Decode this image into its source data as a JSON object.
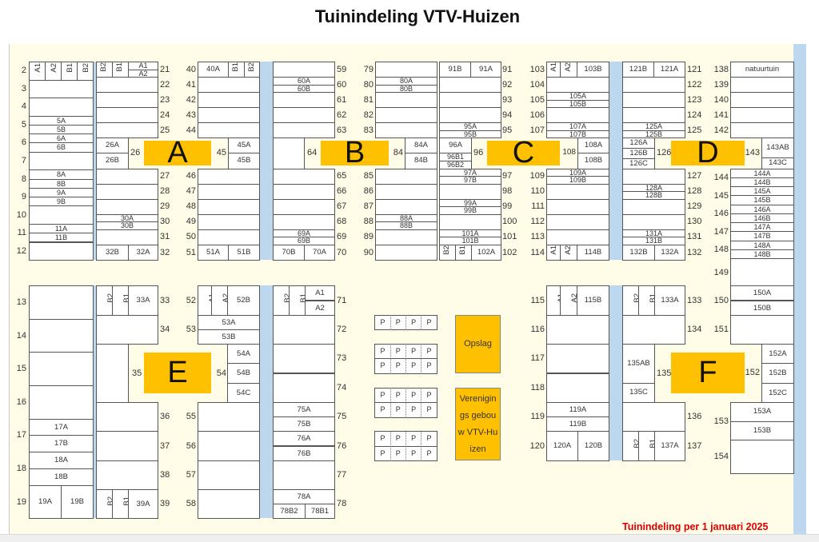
{
  "title": "Tuinindeling VTV-Huizen",
  "footer": "Tuinindeling per 1 januari 2025",
  "colors": {
    "zone": "#ffc000",
    "path": "#bdd7ee",
    "background": "#fffde8",
    "footer": "#e00000"
  },
  "zones": {
    "A": "A",
    "B": "B",
    "C": "C",
    "D": "D",
    "E": "E",
    "F": "F"
  },
  "buildings": {
    "opslag": "Opslag",
    "verenigingsgebouw": "Verenigings gebouw VTV-Huizen"
  },
  "parking": {
    "label": "P"
  },
  "numbers": [
    "2",
    "3",
    "4",
    "5",
    "6",
    "7",
    "8",
    "9",
    "10",
    "11",
    "12",
    "13",
    "14",
    "15",
    "16",
    "17",
    "18",
    "19",
    "21",
    "22",
    "23",
    "24",
    "25",
    "26",
    "27",
    "28",
    "29",
    "30",
    "31",
    "32",
    "33",
    "34",
    "35",
    "36",
    "37",
    "38",
    "39",
    "40",
    "41",
    "42",
    "43",
    "44",
    "45",
    "46",
    "47",
    "48",
    "49",
    "50",
    "51",
    "52",
    "53",
    "54",
    "55",
    "56",
    "57",
    "58",
    "59",
    "60",
    "61",
    "62",
    "63",
    "64",
    "65",
    "66",
    "67",
    "68",
    "69",
    "70",
    "71",
    "72",
    "73",
    "74",
    "75",
    "76",
    "77",
    "78",
    "79",
    "80",
    "81",
    "82",
    "83",
    "84",
    "85",
    "86",
    "87",
    "88",
    "89",
    "90",
    "91",
    "92",
    "93",
    "94",
    "95",
    "96",
    "97",
    "98",
    "99",
    "100",
    "101",
    "102",
    "103",
    "104",
    "105",
    "106",
    "107",
    "108",
    "109",
    "110",
    "111",
    "112",
    "113",
    "114",
    "115",
    "116",
    "117",
    "118",
    "119",
    "120",
    "121",
    "122",
    "123",
    "124",
    "125",
    "126",
    "127",
    "128",
    "129",
    "130",
    "131",
    "132",
    "133",
    "134",
    "135",
    "136",
    "137",
    "138",
    "139",
    "140",
    "141",
    "142",
    "143",
    "144",
    "145",
    "146",
    "147",
    "148",
    "149",
    "150",
    "151",
    "152",
    "153",
    "154"
  ],
  "plots": {
    "r2_A1": "A1",
    "r2_A2": "A2",
    "r2_B1": "B1",
    "r2_B2": "B2",
    "5A": "5A",
    "5B": "5B",
    "6A": "6A",
    "6B": "6B",
    "8A": "8A",
    "8B": "8B",
    "9A": "9A",
    "9B": "9B",
    "11A": "11A",
    "11B": "11B",
    "r21_B2": "B2",
    "r21_B1": "B1",
    "r21_A1": "A1",
    "r21_A2": "A2",
    "26A": "26A",
    "26B": "26B",
    "30A": "30A",
    "30B": "30B",
    "32B": "32B",
    "32A": "32A",
    "40A": "40A",
    "r40_B1": "B1",
    "r40_B2": "B2",
    "45A": "45A",
    "45B": "45B",
    "51A": "51A",
    "51B": "51B",
    "60A": "60A",
    "60B": "60B",
    "69A": "69A",
    "69B": "69B",
    "70B": "70B",
    "70A": "70A",
    "80A": "80A",
    "80B": "80B",
    "84A": "84A",
    "84B": "84B",
    "88A": "88A",
    "88B": "88B",
    "91B": "91B",
    "91A": "91A",
    "95A": "95A",
    "95B": "95B",
    "96A": "96A",
    "96B1": "96B1",
    "96B2": "96B2",
    "97A": "97A",
    "97B": "97B",
    "99A": "99A",
    "99B": "99B",
    "101A": "101A",
    "101B": "101B",
    "r102_B2": "B2",
    "r102_B1": "B1",
    "102A": "102A",
    "r103_A1": "A1",
    "r103_A2": "A2",
    "103B": "103B",
    "105A": "105A",
    "105B": "105B",
    "107A": "107A",
    "107B": "107B",
    "108A": "108A",
    "108B": "108B",
    "109A": "109A",
    "109B": "109B",
    "r114_A1": "A1",
    "r114_A2": "A2",
    "114B": "114B",
    "121B": "121B",
    "121A": "121A",
    "125A": "125A",
    "125B": "125B",
    "126A": "126A",
    "126B": "126B",
    "126C": "126C",
    "128A": "128A",
    "128B": "128B",
    "131A": "131A",
    "131B": "131B",
    "132B": "132B",
    "132A": "132A",
    "natuurtuin": "natuurtuin",
    "143AB": "143AB",
    "143C": "143C",
    "144A": "144A",
    "144B": "144B",
    "145A": "145A",
    "145B": "145B",
    "146A": "146A",
    "146B": "146B",
    "147A": "147A",
    "147B": "147B",
    "148A": "148A",
    "148B": "148B",
    "150A": "150A",
    "150B": "150B",
    "152A": "152A",
    "152B": "152B",
    "152C": "152C",
    "153A": "153A",
    "153B": "153B",
    "17A": "17A",
    "17B": "17B",
    "18A": "18A",
    "18B": "18B",
    "19A": "19A",
    "19B": "19B",
    "r33_B2": "B2",
    "r33_B1": "B1",
    "33A": "33A",
    "r39_B2": "B2",
    "r39_B1": "B1",
    "39A": "39A",
    "r52_A1": "A1",
    "r52_A2": "A2",
    "52B": "52B",
    "53A": "53A",
    "53B": "53B",
    "54A": "54A",
    "54B": "54B",
    "54C": "54C",
    "r71_B2": "B2",
    "r71_B1": "B1",
    "r71_A1": "A1",
    "r71_A2": "A2",
    "75A": "75A",
    "75B": "75B",
    "76A": "76A",
    "76B": "76B",
    "78A": "78A",
    "78B2": "78B2",
    "78B1": "78B1",
    "r115_A1": "A1",
    "r115_A2": "A2",
    "115B": "115B",
    "119A": "119A",
    "119B": "119B",
    "120A": "120A",
    "120B": "120B",
    "r133_B2": "B2",
    "r133_B1": "B1",
    "133A": "133A",
    "135AB": "135AB",
    "135C": "135C",
    "r137_B2": "B2",
    "r137_B1": "B1",
    "137A": "137A"
  }
}
